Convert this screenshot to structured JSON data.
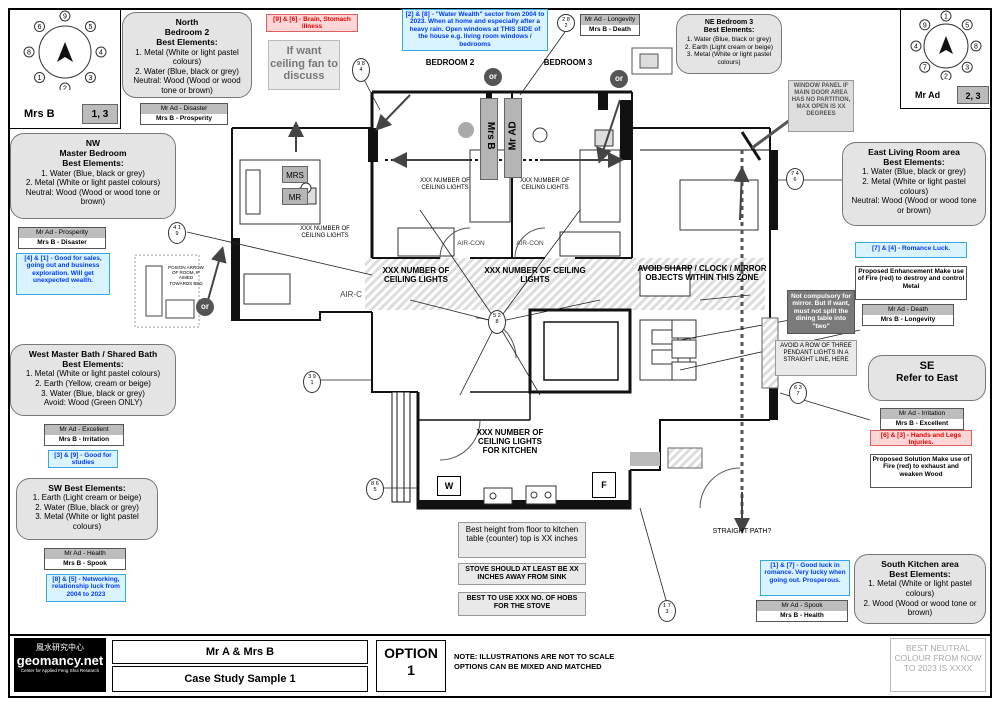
{
  "footer": {
    "client": "Mr A & Mrs B",
    "sample": "Case Study Sample 1",
    "option_label": "OPTION",
    "option_num": "1",
    "note1": "NOTE: ILLUSTRATIONS ARE NOT TO SCALE",
    "note2": "OPTIONS CAN BE MIXED AND MATCHED",
    "neutral": "BEST NEUTRAL COLOUR FROM NOW TO 2023 IS XXXX",
    "logo_cn": "風水研究中心",
    "logo_name": "geomancy.net",
    "logo_sub": "Center for Applied Feng Shui Research"
  },
  "corners": {
    "left_name": "Mrs B",
    "left_nums": "1, 3",
    "right_name": "Mr Ad",
    "right_nums": "2, 3",
    "left_bagua": [
      "9",
      "5",
      "4",
      "3",
      "2",
      "1",
      "8",
      "6"
    ],
    "right_bagua": [
      "1",
      "5",
      "8",
      "3",
      "2",
      "7",
      "4",
      "9"
    ]
  },
  "rooms": {
    "bedroom2": "BEDROOM 2",
    "bedroom3": "BEDROOM 3",
    "mrs_b": "Mrs B",
    "mr_ad": "Mr AD",
    "mrs": "MRS",
    "mr": "MR",
    "aircon": "AIR-CON",
    "aircon_short": "AIR-C",
    "w": "W",
    "f": "F",
    "or": "or",
    "straight_path": "STRAIGHT PATH?"
  },
  "ceiling": {
    "master": "XXX NUMBER OF CEILING LIGHTS",
    "bed2": "XXX NUMBER OF CEILING LIGHTS",
    "bed3": "XXX NUMBER OF CEILING LIGHTS",
    "corr1": "XXX NUMBER OF CEILING LIGHTS",
    "corr2": "XXX NUMBER OF CEILING LIGHTS",
    "kitchen": "XXX NUMBER OF CEILING LIGHTS FOR KITCHEN"
  },
  "zones": {
    "avoid_sharp": "AVOID SHARP / CLOCK / MIRROR OBJECTS WITHIN THIS ZONE",
    "ceiling_fan": "If want ceiling fan to discuss",
    "window_panel": "WINDOW PANEL IF MAIN DOOR AREA HAS NO PARTITION, MAX OPEN IS XX DEGREES",
    "mirror_note": "Not compulsory for mirror. But if want, must not split the dining table into \"two\"",
    "pendant_note": "AVOID A ROW OF THREE PENDANT LIGHTS IN A STRAIGHT LINE, HERE",
    "poison_arrow": "POISON ARROW OF ROOM, IF AIMED TOWARDS BED",
    "kitchen_height": "Best height from floor to kitchen table (counter) top is XX inches",
    "stove_sink": "STOVE SHOULD AT LEAST BE XX INCHES AWAY FROM SINK",
    "hobs": "BEST TO USE XXX NO. OF HOBS FOR THE STOVE"
  },
  "north": {
    "title": "North",
    "sub": "Bedroom 2",
    "be": "Best Elements:",
    "items": [
      "1. Metal (White or light pastel colours)",
      "2. Water (Blue, black or grey)",
      "Neutral: Wood (Wood or wood tone or brown)"
    ],
    "ad": "Mr Ad - Disaster",
    "b": "Mrs B - Prosperity",
    "circle": [
      "9",
      "8",
      "4"
    ]
  },
  "n_tag": "[9] & [6] - Brain, Stomach illness",
  "wealth_tag": "[2] & [8] - \"Water Wealth\" sector from 2004 to 2023. When at home and especially after a heavy rain. Open windows at THIS SIDE of the house e.g. living room windows / bedrooms",
  "longevity": {
    "ad": "Mr Ad - Longevity",
    "b": "Mrs B - Death",
    "circle": [
      "2",
      "8",
      "2"
    ]
  },
  "ne": {
    "title": "NE Bedroom 3",
    "be": "Best Elements:",
    "items": [
      "1. Water (Blue, black or grey)",
      "2. Earth (Light cream or beige)",
      "3. Metal (White or light pastel colours)"
    ]
  },
  "nw": {
    "title": "NW",
    "sub": "Master Bedroom",
    "be": "Best Elements:",
    "items": [
      "1. Water (Blue, black or grey)",
      "2. Metal (White or light pastel colours)",
      "Neutral: Wood (Wood or wood tone or brown)"
    ],
    "ad": "Mr Ad - Prosperity",
    "b": "Mrs B - Disaster",
    "tag": "[4] & [1] - Good for sales, going out and business exploration. Will get unexpected wealth.",
    "circle": [
      "4",
      "1",
      "9"
    ]
  },
  "east": {
    "title": "East Living Room area",
    "be": "Best Elements:",
    "items": [
      "1. Water (Blue, black or grey)",
      "2. Metal (White or light pastel colours)",
      "Neutral: Wood (Wood or wood tone or brown)"
    ],
    "tag": "[7] & [4] - Romance Luck.",
    "enh": "Proposed Enhancement Make use of Fire (red) to destroy and control Metal",
    "ad": "Mr Ad - Death",
    "b": "Mrs B - Longevity",
    "circle": [
      "7",
      "4",
      "6"
    ]
  },
  "west": {
    "title": "West Master Bath / Shared Bath",
    "be": "Best Elements:",
    "items": [
      "1. Metal (White or light pastel colours)",
      "2. Earth (Yellow, cream or beige)",
      "3. Water (Blue, black or grey)",
      "Avoid: Wood (Green ONLY)"
    ],
    "ad": "Mr Ad - Excellent",
    "b": "Mrs B - Irritation",
    "tag": "[3] & [9] - Good for studies",
    "circle": [
      "3",
      "9",
      "1"
    ]
  },
  "center_circle": [
    "5",
    "2",
    "8"
  ],
  "se": {
    "title": "SE",
    "sub": "Refer to East",
    "ad": "Mr Ad - Irritation",
    "b": "Mrs B - Excellent",
    "tag": "[6] & [3] - Hands and Legs Injuries.",
    "sol": "Proposed Solution Make use of Fire (red) to exhaust and weaken Wood",
    "circle": [
      "6",
      "3",
      "7"
    ]
  },
  "sw": {
    "be": "SW Best Elements:",
    "items": [
      "1. Earth (Light cream or beige)",
      "2. Water (Blue, black or grey)",
      "3. Metal (White or light pastel colours)"
    ],
    "ad": "Mr Ad - Health",
    "b": "Mrs B - Spook",
    "tag": "[8] & [5] - Networking, relationship luck from 2004 to 2023",
    "circle": [
      "8",
      "6",
      "5"
    ]
  },
  "south": {
    "title": "South Kitchen area",
    "be": "Best Elements:",
    "items": [
      "1. Metal (White or light pastel colours)",
      "2. Wood (Wood or wood tone or brown)"
    ],
    "tag": "[1] & [7] - Good luck in romance. Very lucky when going out. Prosperous.",
    "ad": "Mr Ad - Spook",
    "b": "Mrs B - Health",
    "circle": [
      "1",
      "7",
      "3"
    ]
  }
}
